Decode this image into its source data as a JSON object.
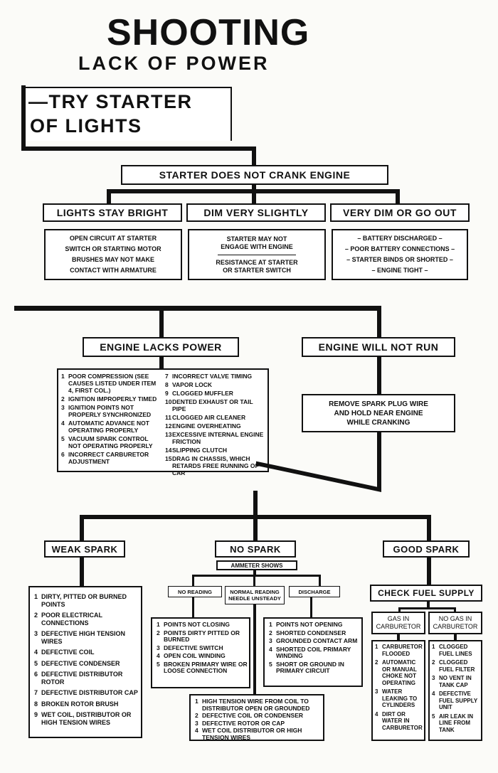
{
  "title": {
    "main": "SHOOTING",
    "sub": "LACK OF POWER"
  },
  "try_starter": {
    "line1": "—TRY STARTER",
    "line2": "OF LIGHTS"
  },
  "starter": {
    "label": "STARTER DOES NOT CRANK ENGINE",
    "branches": [
      {
        "label": "LIGHTS STAY BRIGHT",
        "cause_lines": [
          "OPEN CIRCUIT AT STARTER",
          "SWITCH OR STARTING MOTOR",
          "BRUSHES MAY NOT MAKE",
          "CONTACT WITH ARMATURE"
        ]
      },
      {
        "label": "DIM VERY SLIGHTLY",
        "cause_lines": [
          "STARTER MAY NOT",
          "ENGAGE WITH ENGINE",
          "RESISTANCE AT STARTER",
          "OR STARTER SWITCH"
        ]
      },
      {
        "label": "VERY DIM OR GO OUT",
        "cause_lines": [
          "– BATTERY DISCHARGED –",
          "– POOR BATTERY CONNECTIONS –",
          "– STARTER BINDS OR SHORTED –",
          "– ENGINE TIGHT –"
        ]
      }
    ]
  },
  "engine_lacks_power": {
    "label": "ENGINE LACKS POWER",
    "col1": [
      {
        "n": "1",
        "t": "POOR COMPRESSION (SEE CAUSES LISTED UNDER ITEM 4, FIRST COL.)"
      },
      {
        "n": "2",
        "t": "IGNITION IMPROPERLY TIMED"
      },
      {
        "n": "3",
        "t": "IGNITION POINTS NOT PROPERLY SYNCHRONIZED"
      },
      {
        "n": "4",
        "t": "AUTOMATIC ADVANCE NOT OPERATING PROPERLY"
      },
      {
        "n": "5",
        "t": "VACUUM SPARK CONTROL NOT OPERATING PROPERLY"
      },
      {
        "n": "6",
        "t": "INCORRECT CARBURETOR ADJUSTMENT"
      }
    ],
    "col2": [
      {
        "n": "7",
        "t": "INCORRECT VALVE TIMING"
      },
      {
        "n": "8",
        "t": "VAPOR LOCK"
      },
      {
        "n": "9",
        "t": "CLOGGED MUFFLER"
      },
      {
        "n": "10",
        "t": "DENTED EXHAUST OR TAIL PIPE"
      },
      {
        "n": "11",
        "t": "CLOGGED AIR CLEANER"
      },
      {
        "n": "12",
        "t": "ENGINE OVERHEATING"
      },
      {
        "n": "13",
        "t": "EXCESSIVE INTERNAL ENGINE FRICTION"
      },
      {
        "n": "14",
        "t": "SLIPPING CLUTCH"
      },
      {
        "n": "15",
        "t": "DRAG IN CHASSIS, WHICH RETARDS FREE RUNNING OF CAR"
      }
    ]
  },
  "engine_will_not_run": {
    "label": "ENGINE WILL NOT RUN",
    "test_lines": [
      "REMOVE SPARK PLUG WIRE",
      "AND HOLD NEAR ENGINE",
      "WHILE CRANKING"
    ]
  },
  "weak_spark": {
    "label": "WEAK SPARK",
    "items": [
      {
        "n": "1",
        "t": "DIRTY, PITTED OR BURNED POINTS"
      },
      {
        "n": "2",
        "t": "POOR ELECTRICAL CONNECTIONS"
      },
      {
        "n": "3",
        "t": "DEFECTIVE HIGH TENSION WIRES"
      },
      {
        "n": "4",
        "t": "DEFECTIVE COIL"
      },
      {
        "n": "5",
        "t": "DEFECTIVE CONDENSER"
      },
      {
        "n": "6",
        "t": "DEFECTIVE DISTRIBUTOR ROTOR"
      },
      {
        "n": "7",
        "t": "DEFECTIVE DISTRIBUTOR CAP"
      },
      {
        "n": "8",
        "t": "BROKEN ROTOR BRUSH"
      },
      {
        "n": "9",
        "t": "WET COIL, DISTRIBUTOR OR HIGH TENSION WIRES"
      }
    ]
  },
  "no_spark": {
    "label": "NO SPARK",
    "ammeter": "AMMETER SHOWS",
    "readings": [
      "NO READING",
      "NORMAL READING NEEDLE UNSTEADY",
      "DISCHARGE"
    ],
    "no_reading_items": [
      {
        "n": "1",
        "t": "POINTS NOT CLOSING"
      },
      {
        "n": "2",
        "t": "POINTS DIRTY PITTED OR BURNED"
      },
      {
        "n": "3",
        "t": "DEFECTIVE SWITCH"
      },
      {
        "n": "4",
        "t": "OPEN COIL WINDING"
      },
      {
        "n": "5",
        "t": "BROKEN PRIMARY WIRE OR LOOSE CONNECTION"
      }
    ],
    "normal_items": [
      {
        "n": "1",
        "t": "HIGH TENSION WIRE FROM COIL TO DISTRIBUTOR OPEN OR GROUNDED"
      },
      {
        "n": "2",
        "t": "DEFECTIVE COIL OR CONDENSER"
      },
      {
        "n": "3",
        "t": "DEFECTIVE ROTOR OR CAP"
      },
      {
        "n": "4",
        "t": "WET COIL DISTRIBUTOR OR HIGH TENSION WIRES"
      }
    ],
    "discharge_items": [
      {
        "n": "1",
        "t": "POINTS NOT OPENING"
      },
      {
        "n": "2",
        "t": "SHORTED CONDENSER"
      },
      {
        "n": "3",
        "t": "GROUNDED CONTACT ARM"
      },
      {
        "n": "4",
        "t": "SHORTED COIL PRIMARY WINDING"
      },
      {
        "n": "5",
        "t": "SHORT OR GROUND IN PRIMARY CIRCUIT"
      }
    ]
  },
  "good_spark": {
    "label": "GOOD SPARK",
    "check": "CHECK FUEL SUPPLY",
    "gas_label": "GAS IN CARBURETOR",
    "no_gas_label": "NO GAS IN CARBURETOR",
    "gas_items": [
      {
        "n": "1",
        "t": "CARBURETOR FLOODED"
      },
      {
        "n": "2",
        "t": "AUTOMATIC OR MANUAL CHOKE NOT OPERATING"
      },
      {
        "n": "3",
        "t": "WATER LEAKING TO CYLINDERS"
      },
      {
        "n": "4",
        "t": "DIRT OR WATER IN CARBURETOR"
      }
    ],
    "no_gas_items": [
      {
        "n": "1",
        "t": "CLOGGED FUEL LINES"
      },
      {
        "n": "2",
        "t": "CLOGGED FUEL FILTER"
      },
      {
        "n": "3",
        "t": "NO VENT IN TANK CAP"
      },
      {
        "n": "4",
        "t": "DEFECTIVE FUEL SUPPLY UNIT"
      },
      {
        "n": "5",
        "t": "AIR LEAK IN LINE FROM TANK"
      }
    ]
  }
}
